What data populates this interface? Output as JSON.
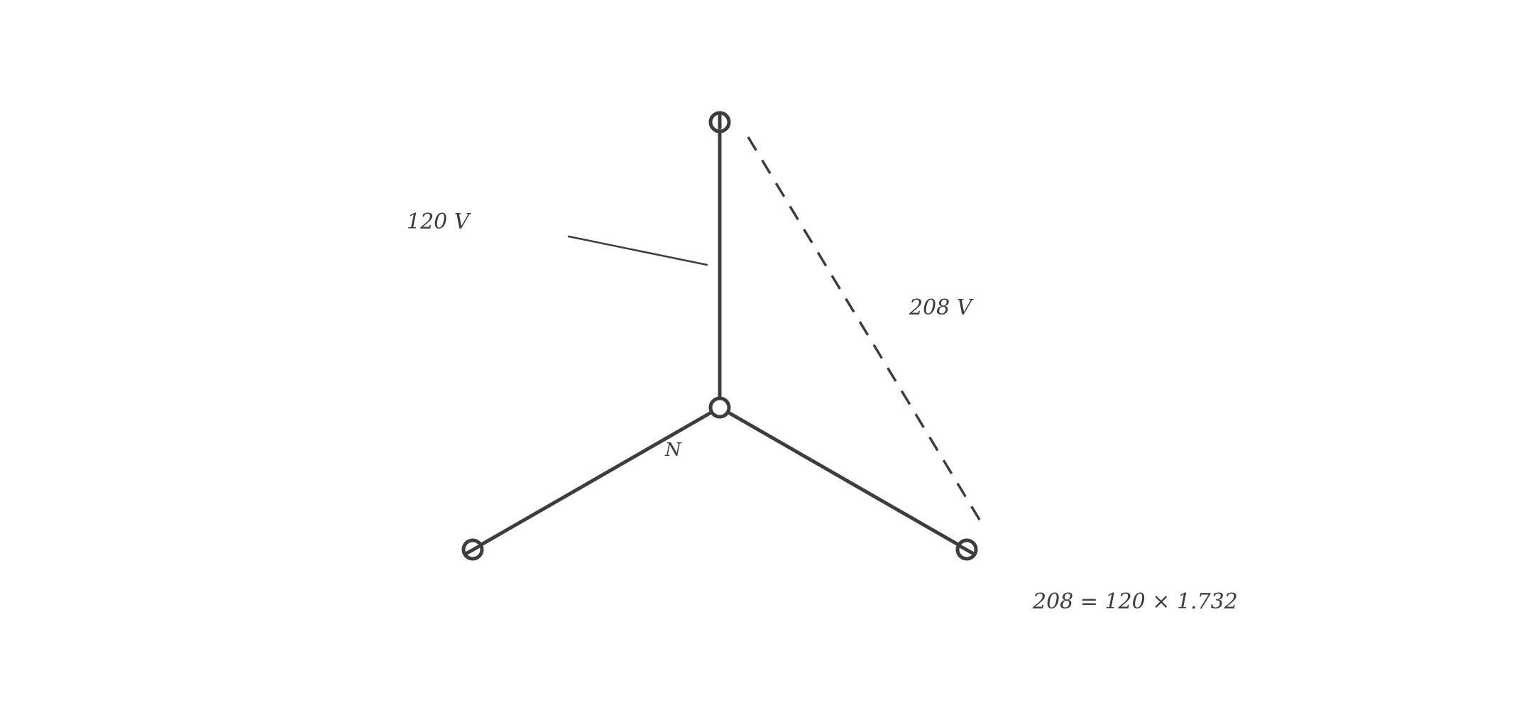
{
  "diagram": {
    "labels": {
      "phase_voltage": "120 V",
      "line_voltage": "208 V",
      "neutral": "N",
      "equation": "208 = 120 × 1.732"
    },
    "colors": {
      "stroke": "#3d3d3d",
      "background": "#ffffff"
    }
  }
}
